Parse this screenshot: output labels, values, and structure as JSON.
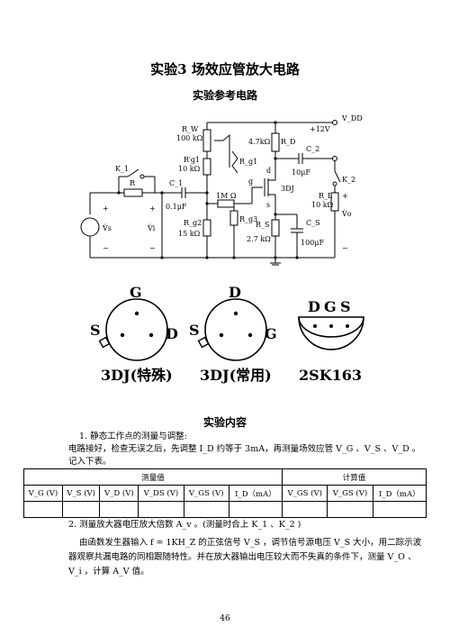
{
  "title": "实验3  场效应管放大电路",
  "circuit_heading": "实验参考电路",
  "circuit": {
    "labels": {
      "rw": "R_W",
      "rw_val": "100 kΩ",
      "rg1p": "R′g1",
      "rg1p_val": "10 kΩ",
      "rg1": "R_g1",
      "rg2": "R_g2",
      "rg2_val": "15 kΩ",
      "rg3": "R_g3",
      "rg3_val": "1M Ω",
      "rd": "R_D",
      "rd_val": "4.7kΩ",
      "rs": "R_S",
      "rs_val": "2.7 kΩ",
      "rl": "R_L",
      "rl_val": "10 kΩ",
      "c1": "C_1",
      "c1_val": "0.1μF",
      "c2": "C_2",
      "c2_val": "10μF",
      "cs": "C_S",
      "cs_val": "100μF",
      "k1": "K_1",
      "k2": "K_2",
      "r": "R",
      "vdd": "V_DD",
      "vdd_val": "+12V",
      "fet": "3DJ",
      "g": "g",
      "d": "d",
      "s": "s",
      "vs": "V̇s",
      "vi": "V̇i",
      "vo": "V̇o",
      "plus": "+",
      "minus": "−"
    }
  },
  "packages": [
    {
      "label": "3DJ(特殊)",
      "pins": [
        "G",
        "S",
        "D"
      ]
    },
    {
      "label": "3DJ(常用)",
      "pins": [
        "D",
        "S",
        "G"
      ]
    },
    {
      "label": "2SK163",
      "pins": [
        "D",
        "G",
        "S"
      ]
    }
  ],
  "content_heading": "实验内容",
  "item1": {
    "heading": "1.  静态工作点的测量与调整:",
    "line1": "电路接好，检查无误之后，先调整 I_D 约等于 3mA，再测量场效应管 V_G 、V_S 、V_D 。",
    "line2": "记入下表。"
  },
  "table": {
    "group_measured": "测量值",
    "group_computed": "计算值",
    "headers": [
      "V_G (V)",
      "V_S (V)",
      "V_D (V)",
      "V_DS (V)",
      "V_GS (V)",
      "I_D（mA）",
      "V_GS (V)",
      "V_GS (V)",
      "I_D（mA）"
    ]
  },
  "item2": {
    "heading": "2. 测量放大器电压放大倍数 A_v 。(测量时合上 K_1 、K_2 )",
    "line1": "由函数发生器输入 f = 1KH_Z 的正弦信号 V_S ，调节信号源电压 V_S 大小，用二踪示波",
    "line2": "器观察共漏电路的同相跟随特性。并在放大器输出电压较大而不失真的条件下，测量 V_O 、",
    "line3": "V_i ，计算 A_V 值。"
  },
  "page_number": "46"
}
